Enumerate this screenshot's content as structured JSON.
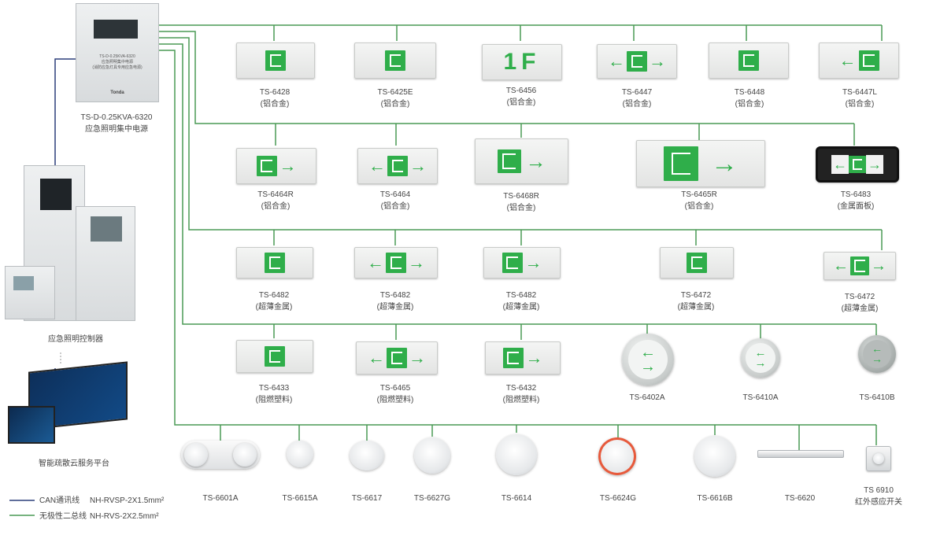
{
  "colors": {
    "green_line": "#4a9a55",
    "blue_line": "#2c3f7a",
    "sign_green": "#2fae4a"
  },
  "power_unit": {
    "model": "TS-D-0.25KVA-6320",
    "name": "应急照明集中电源",
    "panel_text": [
      "TS-D-0.25KVA-6320",
      "应急照明集中电源",
      "(消防应急灯具专用应急电源)"
    ],
    "brand": "Tonda"
  },
  "controller": {
    "name": "应急照明控制器"
  },
  "cloud": {
    "name": "智能疏散云服务平台"
  },
  "legend": [
    {
      "name": "CAN通讯线",
      "spec": "NH-RVSP-2X1.5mm²"
    },
    {
      "name": "无极性二总线",
      "spec": "NH-RVS-2X2.5mm²"
    }
  ],
  "rows": [
    {
      "items": [
        {
          "model": "TS-6428",
          "material": "(铝合金)",
          "icon": "exit-sign-icon"
        },
        {
          "model": "TS-6425E",
          "material": "(铝合金)",
          "icon": "exit-sign-icon"
        },
        {
          "model": "TS-6456",
          "material": "(铝合金)",
          "icon": "floor-sign-icon",
          "floor_text": "1F"
        },
        {
          "model": "TS-6447",
          "material": "(铝合金)",
          "icon": "bidirectional-exit-sign-icon"
        },
        {
          "model": "TS-6448",
          "material": "(铝合金)",
          "icon": "exit-sign-icon"
        },
        {
          "model": "TS-6447L",
          "material": "(铝合金)",
          "icon": "left-exit-sign-icon"
        }
      ]
    },
    {
      "items": [
        {
          "model": "TS-6464R",
          "material": "(铝合金)",
          "icon": "right-exit-sign-icon"
        },
        {
          "model": "TS-6464",
          "material": "(铝合金)",
          "icon": "bidirectional-exit-sign-icon"
        },
        {
          "model": "TS-6468R",
          "material": "(铝合金)",
          "icon": "right-exit-sign-icon"
        },
        {
          "model": "TS-6465R",
          "material": "(铝合金)",
          "icon": "right-exit-sign-icon"
        },
        {
          "model": "TS-6483",
          "material": "(金属面板)",
          "icon": "bidirectional-exit-sign-icon"
        }
      ]
    },
    {
      "items": [
        {
          "model": "TS-6482",
          "material": "(超薄金属)",
          "icon": "exit-sign-icon"
        },
        {
          "model": "TS-6482",
          "material": "(超薄金属)",
          "icon": "bidirectional-exit-sign-icon"
        },
        {
          "model": "TS-6482",
          "material": "(超薄金属)",
          "icon": "right-exit-sign-icon"
        },
        {
          "model": "TS-6472",
          "material": "(超薄金属)",
          "icon": "exit-sign-icon"
        },
        {
          "model": "TS-6472",
          "material": "(超薄金属)",
          "icon": "bidirectional-exit-sign-icon"
        }
      ]
    },
    {
      "items": [
        {
          "model": "TS-6433",
          "material": "(阻燃塑料)",
          "icon": "exit-sign-icon"
        },
        {
          "model": "TS-6465",
          "material": "(阻燃塑料)",
          "icon": "bidirectional-exit-sign-icon"
        },
        {
          "model": "TS-6432",
          "material": "(阻燃塑料)",
          "icon": "right-exit-sign-icon"
        },
        {
          "model": "TS-6402A",
          "material": "",
          "icon": "round-floor-arrow-icon"
        },
        {
          "model": "TS-6410A",
          "material": "",
          "icon": "round-floor-arrow-icon"
        },
        {
          "model": "TS-6410B",
          "material": "",
          "icon": "round-floor-arrow-icon"
        }
      ]
    }
  ],
  "bottom": [
    {
      "model": "TS-6601A",
      "sub": "",
      "icon": "twin-spot-emergency-light-icon"
    },
    {
      "model": "TS-6615A",
      "sub": "",
      "icon": "downlight-icon"
    },
    {
      "model": "TS-6617",
      "sub": "",
      "icon": "ceiling-light-icon"
    },
    {
      "model": "TS-6627G",
      "sub": "",
      "icon": "ceiling-light-icon"
    },
    {
      "model": "TS-6614",
      "sub": "",
      "icon": "ceiling-light-icon"
    },
    {
      "model": "TS-6624G",
      "sub": "",
      "icon": "downlight-icon"
    },
    {
      "model": "TS-6616B",
      "sub": "",
      "icon": "downlight-icon"
    },
    {
      "model": "TS-6620",
      "sub": "",
      "icon": "linear-light-icon"
    },
    {
      "model": "TS 6910",
      "sub": "红外感应开关",
      "icon": "infrared-switch-icon"
    }
  ]
}
